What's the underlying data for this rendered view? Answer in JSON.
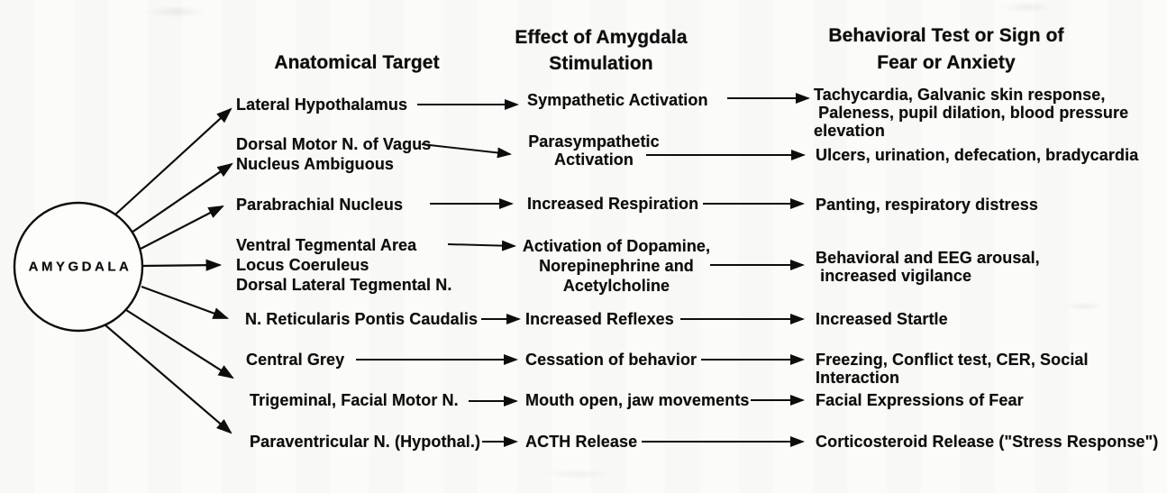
{
  "diagram": {
    "source_node": "AMYGDALA",
    "column_headers": [
      "Anatomical Target",
      "Effect of Amygdala\nStimulation",
      "Behavioral Test or Sign of\nFear or Anxiety"
    ],
    "rows": [
      {
        "target": "Lateral Hypothalamus",
        "effect": "Sympathetic Activation",
        "behavior": "Tachycardia, Galvanic skin response,\n Paleness, pupil dilation, blood pressure elevation"
      },
      {
        "target": "Dorsal Motor N. of Vagus\nNucleus Ambiguous",
        "effect": "Parasympathetic\nActivation",
        "behavior": "Ulcers, urination, defecation, bradycardia"
      },
      {
        "target": "Parabrachial Nucleus",
        "effect": "Increased Respiration",
        "behavior": "Panting, respiratory distress"
      },
      {
        "target": "Ventral Tegmental Area\nLocus Coeruleus\nDorsal Lateral Tegmental N.",
        "effect": "Activation of Dopamine,\nNorepinephrine and\nAcetylcholine",
        "behavior": "Behavioral and EEG arousal,\n increased vigilance"
      },
      {
        "target": "N. Reticularis Pontis Caudalis",
        "effect": "Increased Reflexes",
        "behavior": "Increased Startle"
      },
      {
        "target": "Central Grey",
        "effect": "Cessation of behavior",
        "behavior": "Freezing, Conflict test, CER, Social Interaction"
      },
      {
        "target": "Trigeminal, Facial Motor N.",
        "effect": "Mouth open, jaw movements",
        "behavior": "Facial Expressions of Fear"
      },
      {
        "target": "Paraventricular N. (Hypothal.)",
        "effect": "ACTH Release",
        "behavior": "Corticosteroid Release (\"Stress Response\")"
      }
    ],
    "colors": {
      "ink": "#0d0d0d",
      "background": "#fbfbf9"
    }
  }
}
